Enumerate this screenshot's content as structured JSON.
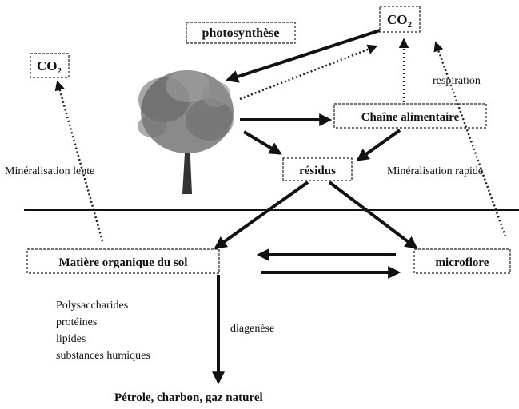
{
  "photosynthesis": "photosynthèse",
  "co2_top": "CO",
  "co2_top_sub": "2",
  "co2_left": "CO",
  "co2_left_sub": "2",
  "respiration": "respiration",
  "food_chain": "Chaîne alimentaire",
  "residues": "résidus",
  "slow_mineralization": "Minéralisation lente",
  "fast_mineralization": "Minéralisation rapide",
  "soil_organic_matter": "Matière organique du sol",
  "microflora": "microflore",
  "compounds": [
    "Polysaccharides",
    "protéines",
    "lipides",
    "substances humiques"
  ],
  "diagenesis": "diagenèse",
  "fossil_fuels": "Pétrole, charbon, gaz naturel"
}
